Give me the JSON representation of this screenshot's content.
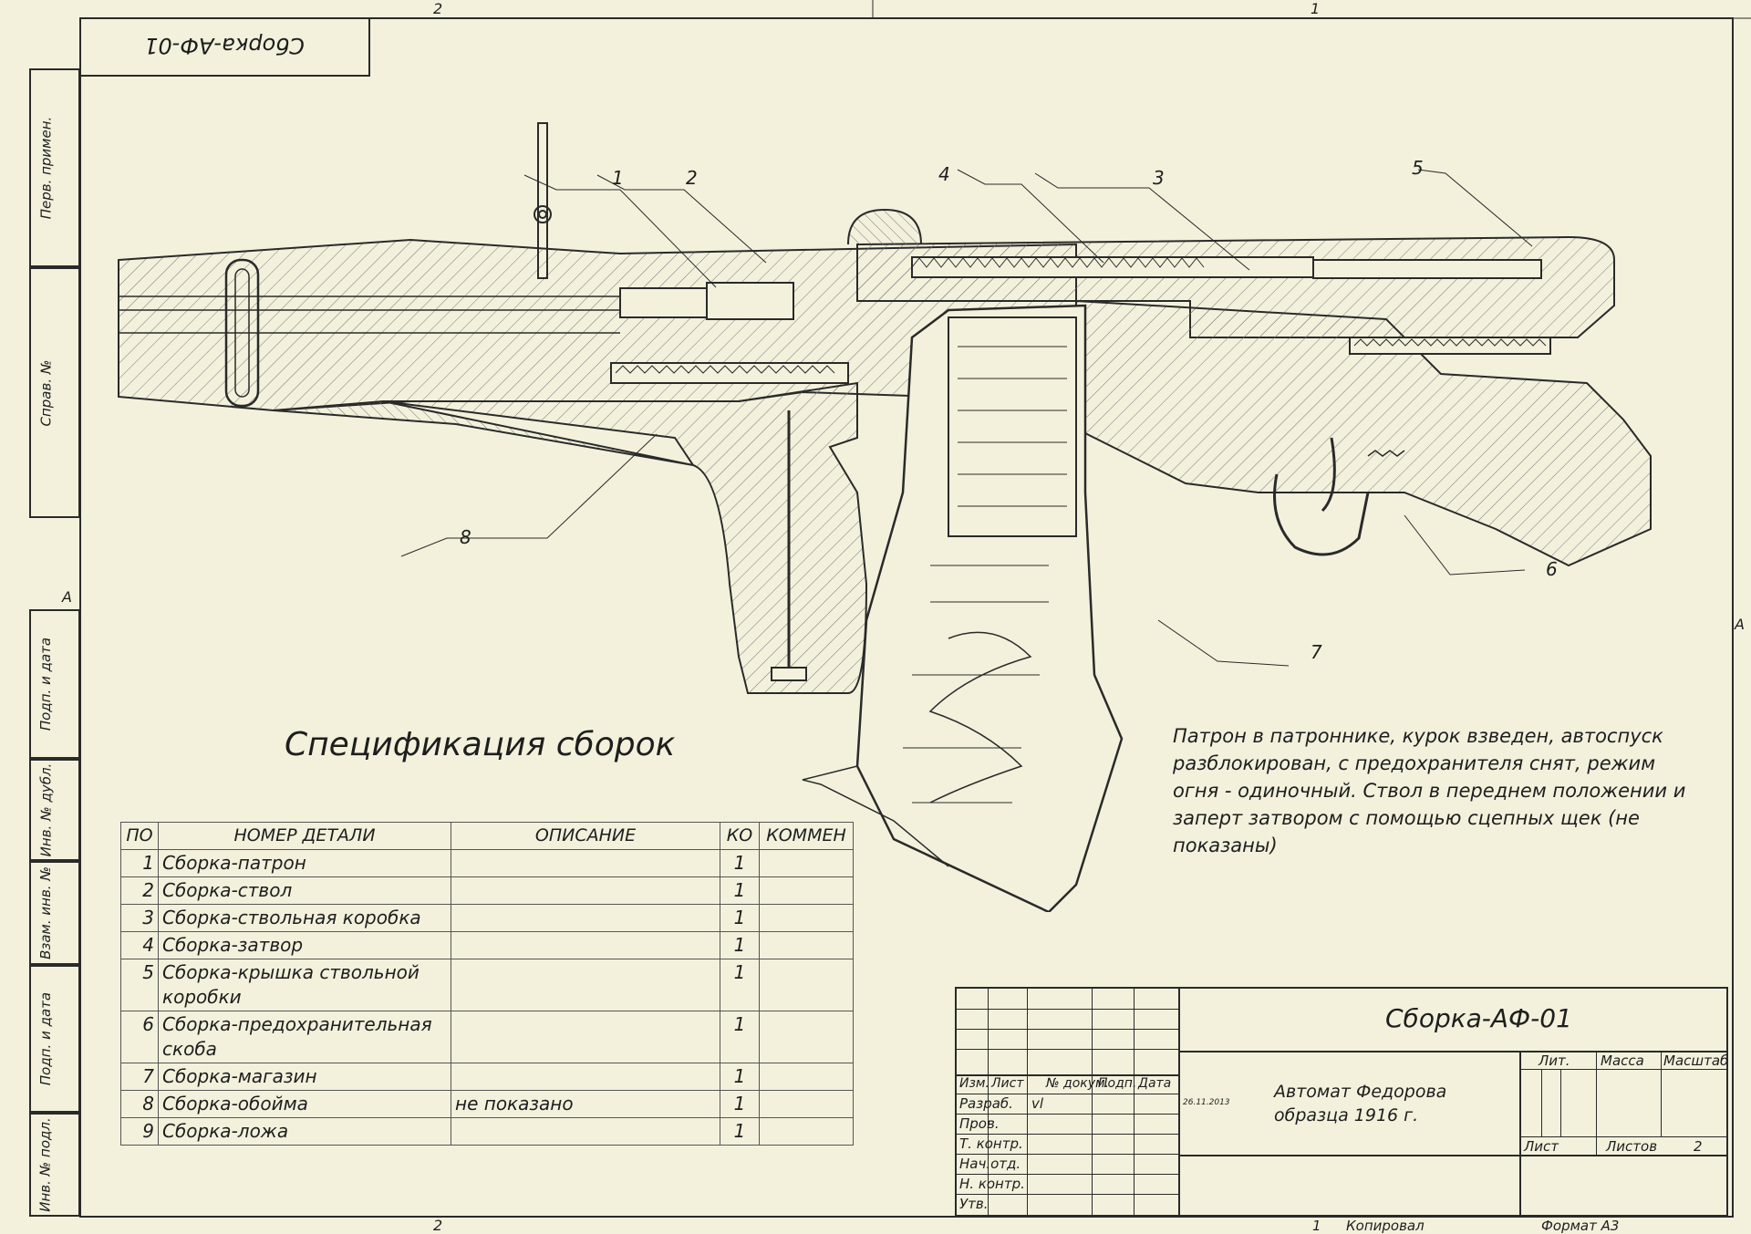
{
  "stamp": "Сборка-АФ-01",
  "frame": {
    "top_zones": [
      "2",
      "1"
    ],
    "bottom_zones": [
      "2"
    ],
    "side_marks": [
      "А",
      "А"
    ]
  },
  "side_labels": [
    "Перв. примен.",
    "Справ. №",
    "Подп. и дата",
    "Инв. № дубл.",
    "Взам. инв. №",
    "Подп. и дата",
    "Инв. № подл."
  ],
  "callouts": [
    "1",
    "2",
    "4",
    "3",
    "5",
    "8",
    "6",
    "7"
  ],
  "spec": {
    "title": "Спецификация сборок",
    "headers": [
      "ПО",
      "НОМЕР ДЕТАЛИ",
      "ОПИСАНИЕ",
      "КО",
      "КОММЕН"
    ],
    "rows": [
      {
        "pos": "1",
        "part": "Сборка-патрон",
        "desc": "",
        "qty": "1",
        "comment": ""
      },
      {
        "pos": "2",
        "part": "Сборка-ствол",
        "desc": "",
        "qty": "1",
        "comment": ""
      },
      {
        "pos": "3",
        "part": "Сборка-ствольная коробка",
        "desc": "",
        "qty": "1",
        "comment": ""
      },
      {
        "pos": "4",
        "part": "Сборка-затвор",
        "desc": "",
        "qty": "1",
        "comment": ""
      },
      {
        "pos": "5",
        "part": "Сборка-крышка ствольной коробки",
        "desc": "",
        "qty": "1",
        "comment": ""
      },
      {
        "pos": "6",
        "part": "Сборка-предохранительная скоба",
        "desc": "",
        "qty": "1",
        "comment": ""
      },
      {
        "pos": "7",
        "part": "Сборка-магазин",
        "desc": "",
        "qty": "1",
        "comment": ""
      },
      {
        "pos": "8",
        "part": "Сборка-обойма",
        "desc": "не показано",
        "qty": "1",
        "comment": ""
      },
      {
        "pos": "9",
        "part": "Сборка-ложа",
        "desc": "",
        "qty": "1",
        "comment": ""
      }
    ]
  },
  "note": "Патрон в патроннике, курок взведен, автоспуск разблокирован, с предохранителя снят, режим огня - одиночный. Ствол в переднем положении и заперт затвором с помощью сцепных щек (не показаны)",
  "title_block": {
    "designation": "Сборка-АФ-01",
    "name_line1": "Автомат Федорова",
    "name_line2": "образца 1916 г.",
    "col_headers": [
      "Изм.",
      "Лист",
      "№ докум.",
      "Подп.",
      "Дата"
    ],
    "roles": [
      "Разраб.",
      "Пров.",
      "Т. контр.",
      "Нач.отд.",
      "Н. контр.",
      "Утв."
    ],
    "developer": "vl",
    "date": "26.11.2013",
    "lit": "Лит.",
    "mass": "Масса",
    "scale": "Масштаб",
    "sheet": "Лист",
    "sheets": "Листов",
    "sheets_value": "2",
    "copied": "Копировал",
    "copied_num": "1",
    "format": "Формат А3"
  }
}
